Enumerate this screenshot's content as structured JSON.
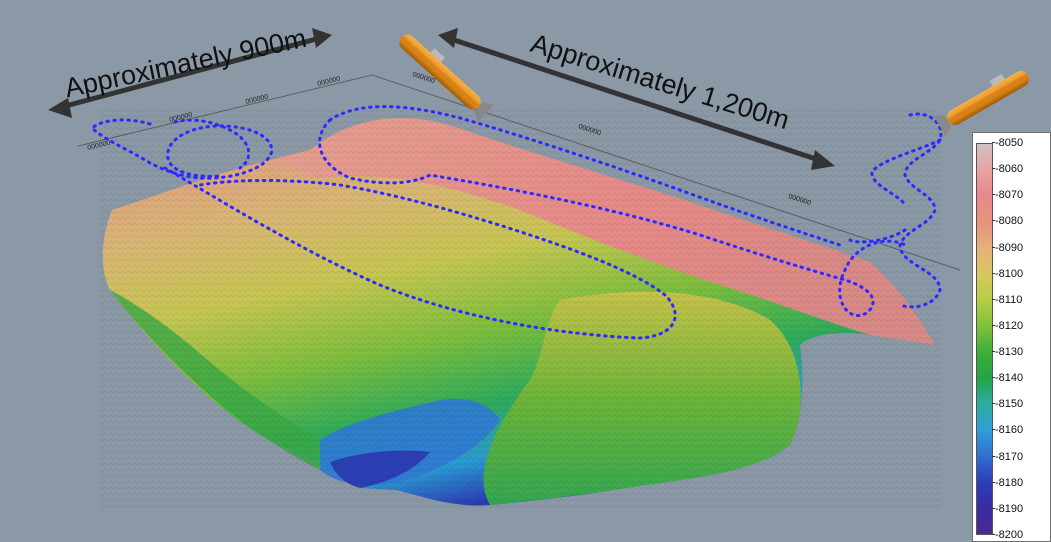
{
  "annotations": {
    "left_distance": "Approximately 900m",
    "right_distance": "Approximately 1,200m"
  },
  "colorbar": {
    "ticks": [
      "-8050",
      "-8060",
      "-8070",
      "-8080",
      "-8090",
      "-8100",
      "-8110",
      "-8120",
      "-8130",
      "-8140",
      "-8150",
      "-8160",
      "-8170",
      "-8180",
      "-8190",
      "-8200"
    ],
    "colors": [
      "#cfc3c4",
      "#e8a3a0",
      "#e8888a",
      "#e7937e",
      "#e6b07a",
      "#d8c860",
      "#b8cc44",
      "#7fc13a",
      "#3fae37",
      "#22a447",
      "#2aaea0",
      "#2f9fd7",
      "#2f6fd0",
      "#2d3fb8",
      "#3b2aa0",
      "#4a2a8f"
    ]
  },
  "colors": {
    "track": "#2b2bff",
    "background": "#8b98a5",
    "arrow": "#333333",
    "vehicle_body": "#e8951f"
  }
}
